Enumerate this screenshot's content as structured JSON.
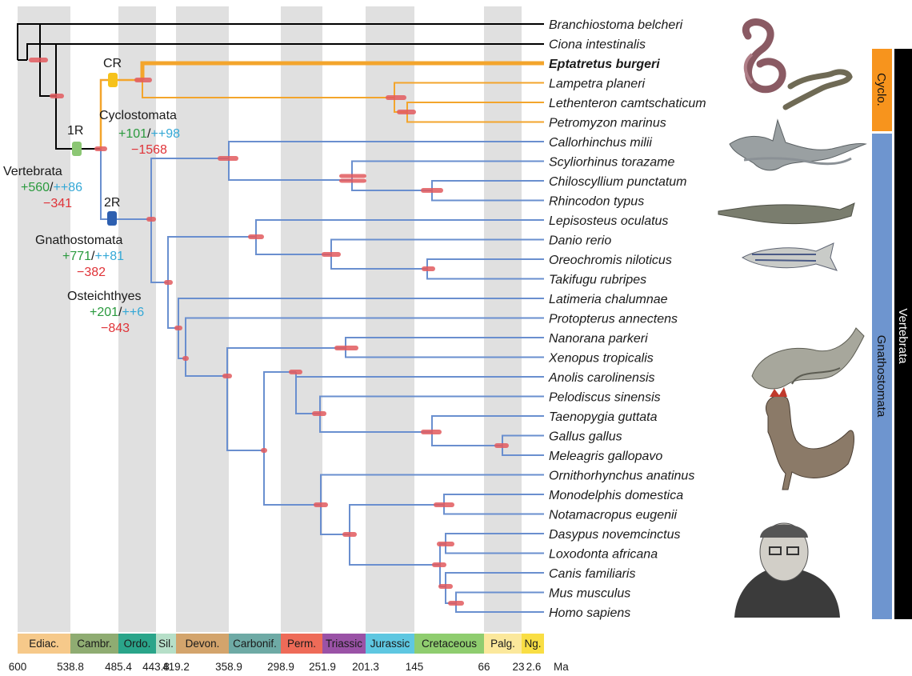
{
  "species": [
    "Branchiostoma belcheri",
    "Ciona intestinalis",
    "Eptatretus burgeri",
    "Lampetra planeri",
    "Lethenteron camtschaticum",
    "Petromyzon marinus",
    "Callorhinchus milii",
    "Scyliorhinus torazame",
    "Chiloscyllium punctatum",
    "Rhincodon typus",
    "Lepisosteus oculatus",
    "Danio rerio",
    "Oreochromis niloticus",
    "Takifugu rubripes",
    "Latimeria chalumnae",
    "Protopterus annectens",
    "Nanorana parkeri",
    "Xenopus tropicalis",
    "Anolis carolinensis",
    "Pelodiscus sinensis",
    "Taenopygia guttata",
    "Gallus gallus",
    "Meleagris gallopavo",
    "Ornithorhynchus anatinus",
    "Monodelphis domestica",
    "Notamacropus eugenii",
    "Dasypus novemcinctus",
    "Loxodonta africana",
    "Canis familiaris",
    "Mus musculus",
    "Homo sapiens"
  ],
  "highlighted_species": "Eptatretus burgeri",
  "periods": [
    {
      "label": "Ediac.",
      "color": "#f6c98a"
    },
    {
      "label": "Cambr.",
      "color": "#8fac72"
    },
    {
      "label": "Ordo.",
      "color": "#2aa58a"
    },
    {
      "label": "Sil.",
      "color": "#b6dfc8"
    },
    {
      "label": "Devon.",
      "color": "#d3a46c"
    },
    {
      "label": "Carbonif.",
      "color": "#6eaaa5"
    },
    {
      "label": "Perm.",
      "color": "#ee6b58"
    },
    {
      "label": "Triassic",
      "color": "#9a52a6"
    },
    {
      "label": "Jurassic",
      "color": "#5ec7e1"
    },
    {
      "label": "Cretaceous",
      "color": "#8fcd6f"
    },
    {
      "label": "Palg.",
      "color": "#fbe89c"
    },
    {
      "label": "Ng.",
      "color": "#f9de44"
    }
  ],
  "time_ticks": [
    "600",
    "538.8",
    "485.4",
    "443.8",
    "419.2",
    "358.9",
    "298.9",
    "251.9",
    "201.3",
    "145",
    "66",
    "23",
    "2.6"
  ],
  "time_unit": "Ma",
  "wgd_labels": {
    "first": "1R",
    "second": "2R",
    "cyclostome": "CR"
  },
  "clades": [
    {
      "name": "Cyclostomata",
      "gain": "+101",
      "dup": "++98",
      "loss": "−1568"
    },
    {
      "name": "Vertebrata",
      "gain": "+560",
      "dup": "++86",
      "loss": "−341"
    },
    {
      "name": "Gnathostomata",
      "gain": "+771",
      "dup": "++81",
      "loss": "−382"
    },
    {
      "name": "Osteichthyes",
      "gain": "+201",
      "dup": "++6",
      "loss": "−843"
    }
  ],
  "side_bars": {
    "cyclo": "Cyclo.",
    "gnatho": "Gnathostomata",
    "vert": "Vertebrata"
  },
  "colors": {
    "cyclostome_branch": "#f3a52c",
    "gnathostome_branch": "#6a8fcf",
    "outgroup_branch": "#000000",
    "node_bar": "#e25a5e",
    "time_band": "#e0e0e0",
    "cyclo_bar": "#f7941d",
    "gnatho_bar": "#6e95cf",
    "vert_bar": "#000000",
    "wgd_1r": "#8cc774",
    "wgd_2r": "#2d5fb0",
    "wgd_cr": "#f6c21b"
  },
  "illustrations": [
    "hagfish-illustration",
    "lamprey-illustration",
    "chimaera-illustration",
    "shark-illustration",
    "gar-illustration",
    "zebrafish-illustration",
    "frog-illustration",
    "rooster-illustration",
    "human-portrait-illustration"
  ]
}
